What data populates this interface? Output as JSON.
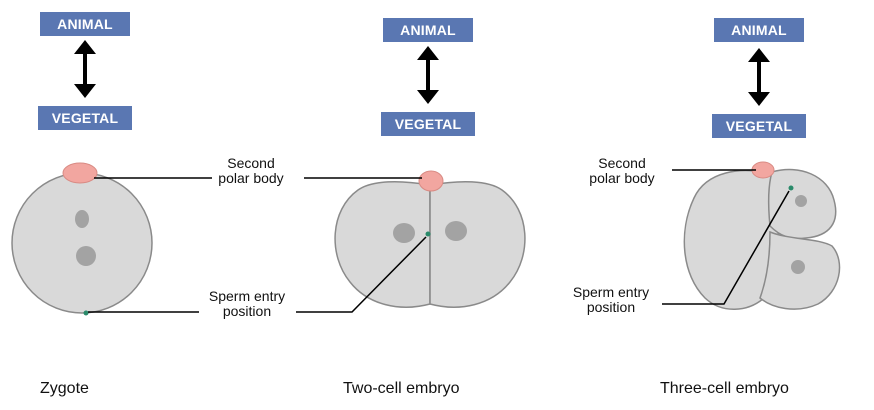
{
  "axis": {
    "animal": "ANIMAL",
    "vegetal": "VEGETAL"
  },
  "labels": {
    "second_polar_body_line1": "Second",
    "second_polar_body_line2": "polar body",
    "sperm_entry_line1": "Sperm entry",
    "sperm_entry_line2": "position"
  },
  "captions": {
    "zygote": "Zygote",
    "two_cell": "Two-cell embryo",
    "three_cell": "Three-cell embryo"
  },
  "colors": {
    "axis_box": "#5a77b2",
    "cell_fill": "#d9d9d9",
    "cell_stroke": "#8a8a8a",
    "nucleus": "#a3a3a3",
    "polar_body": "#f2a6a0",
    "sperm_entry": "#2a8a6a"
  }
}
